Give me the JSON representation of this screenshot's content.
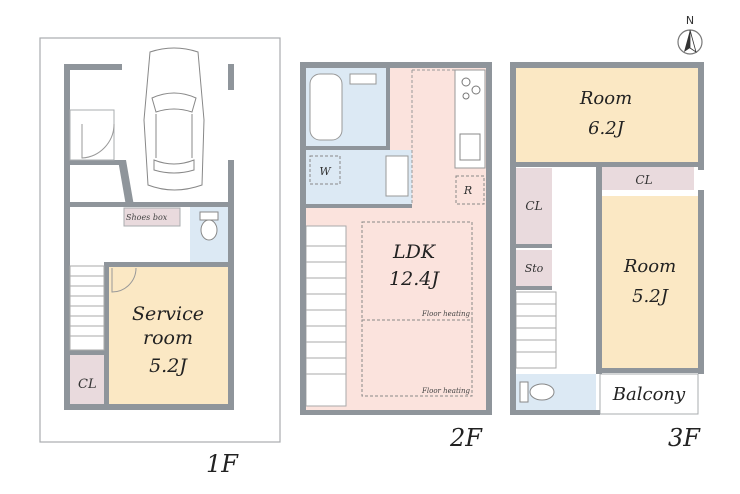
{
  "floors": {
    "f1": {
      "label": "1F",
      "service_room": {
        "name": "Service",
        "name2": "room",
        "size": "5.2J"
      },
      "closet": "CL",
      "shoes_box": "Shoes box"
    },
    "f2": {
      "label": "2F",
      "ldk": {
        "name": "LDK",
        "size": "12.4J"
      },
      "washer": "W",
      "fridge": "R",
      "floor_heating_1": "Floor heating",
      "floor_heating_2": "Floor heating"
    },
    "f3": {
      "label": "3F",
      "room_north": {
        "name": "Room",
        "size": "6.2J"
      },
      "room_south": {
        "name": "Room",
        "size": "5.2J"
      },
      "closet_1": "CL",
      "closet_2": "CL",
      "storage": "Sto",
      "balcony": "Balcony"
    }
  },
  "compass": {
    "north": "N"
  },
  "colors": {
    "wall": "#8f959b",
    "room_yellow": "#fbe8c4",
    "ldk_pink": "#fbe3dd",
    "wet_blue": "#dce9f4",
    "closet_mauve": "#e9dadd",
    "outline": "#a9acaf"
  }
}
